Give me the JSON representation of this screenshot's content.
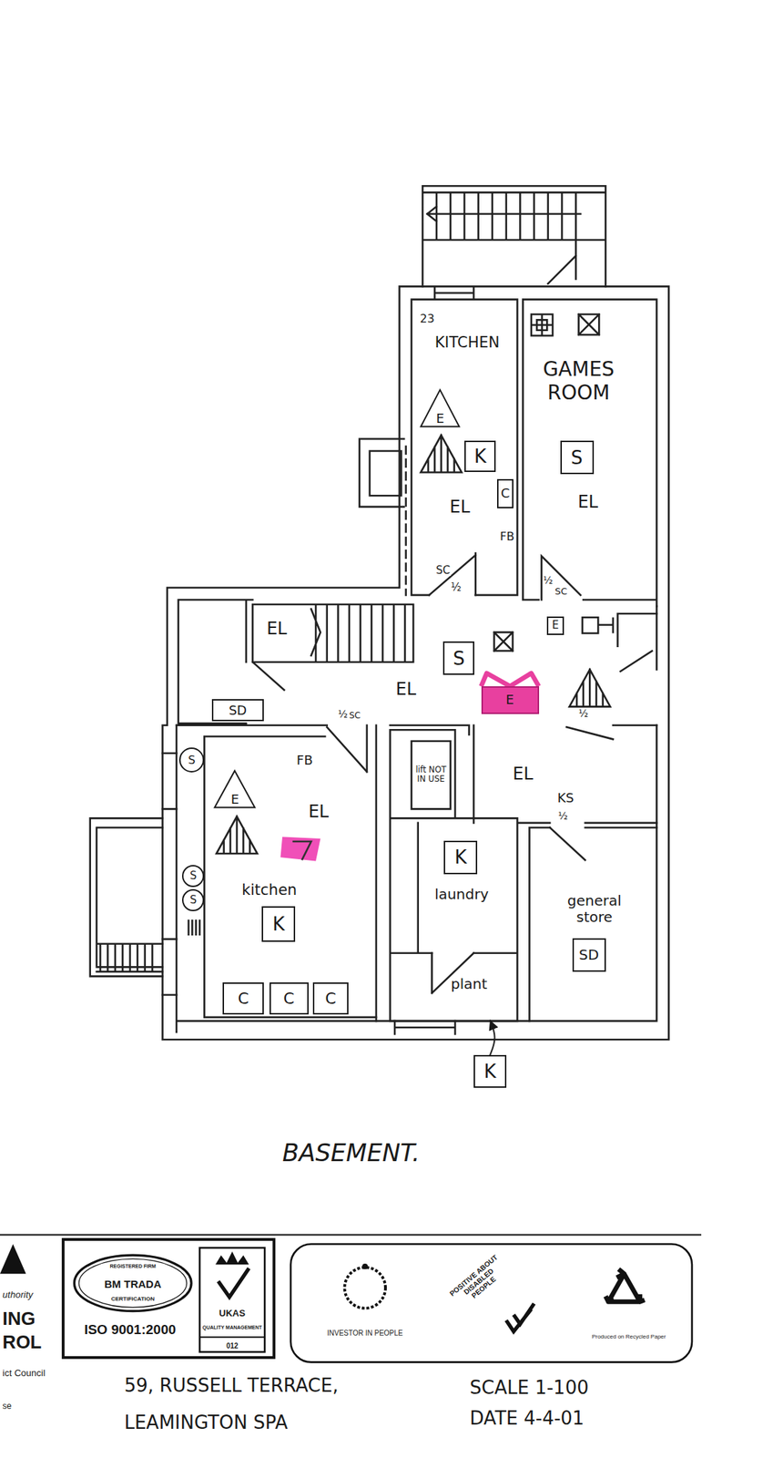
{
  "diagram": {
    "title": "BASEMENT.",
    "nodes": [
      {
        "text": [
          "KITCHEN"
        ]
      },
      {
        "text": [
          "E"
        ],
        "in": 0
      },
      {
        "text": [
          "K"
        ],
        "in": 0
      },
      {
        "text": [
          "C"
        ],
        "in": 0
      },
      {
        "text": [
          "GAMES ROOM"
        ]
      },
      {
        "text": [
          "S"
        ],
        "in": 4
      },
      {
        "text": [
          "E"
        ]
      },
      {
        "text": [
          "S"
        ]
      },
      {
        "text": [
          "E"
        ]
      },
      {
        "text": [
          "SD"
        ]
      },
      {
        "text": [
          "S"
        ]
      },
      {
        "text": [
          "kitchen"
        ]
      },
      {
        "text": [
          "E"
        ],
        "in": 11
      },
      {
        "text": [
          "K"
        ],
        "in": 11
      },
      {
        "text": [
          "C"
        ],
        "in": 11
      },
      {
        "text": [
          "C"
        ],
        "in": 11
      },
      {
        "text": [
          "C"
        ],
        "in": 11
      },
      {
        "text": [
          "S"
        ]
      },
      {
        "text": [
          "S"
        ]
      },
      {
        "text": [
          "lift NOT IN USE"
        ]
      },
      {
        "text": [
          "laundry"
        ]
      },
      {
        "text": [
          "K"
        ],
        "in": 20
      },
      {
        "text": [
          "plant"
        ]
      },
      {
        "text": [
          "general store"
        ]
      },
      {
        "text": [
          "SD"
        ],
        "in": 23
      },
      {
        "text": [
          "K"
        ]
      }
    ],
    "edges": [
      {
        "from": 25,
        "to": 22,
        "arrow": "to"
      }
    ],
    "labels": [
      "23",
      "EL",
      "FB",
      "SC",
      "½",
      "EL",
      "½",
      "SC",
      "EL",
      "EL",
      "½",
      "SC",
      "½",
      "FB",
      "EL",
      "EL",
      "KS",
      "½",
      "59, RUSSELL TERRACE,",
      "LEAMINGTON SPA",
      "SCALE 1-100",
      "DATE 4-4-01",
      "REGISTERED FIRM",
      "BM TRADA",
      "CERTIFICATION",
      "ISO 9001:2000",
      "UKAS",
      "QUALITY MANAGEMENT",
      "012",
      "INVESTOR IN PEOPLE",
      "POSITIVE ABOUT DISABLED PEOPLE",
      "Produced on Recycled Paper",
      "uthority",
      "ING",
      "ROL",
      "ict Council",
      "se"
    ]
  }
}
